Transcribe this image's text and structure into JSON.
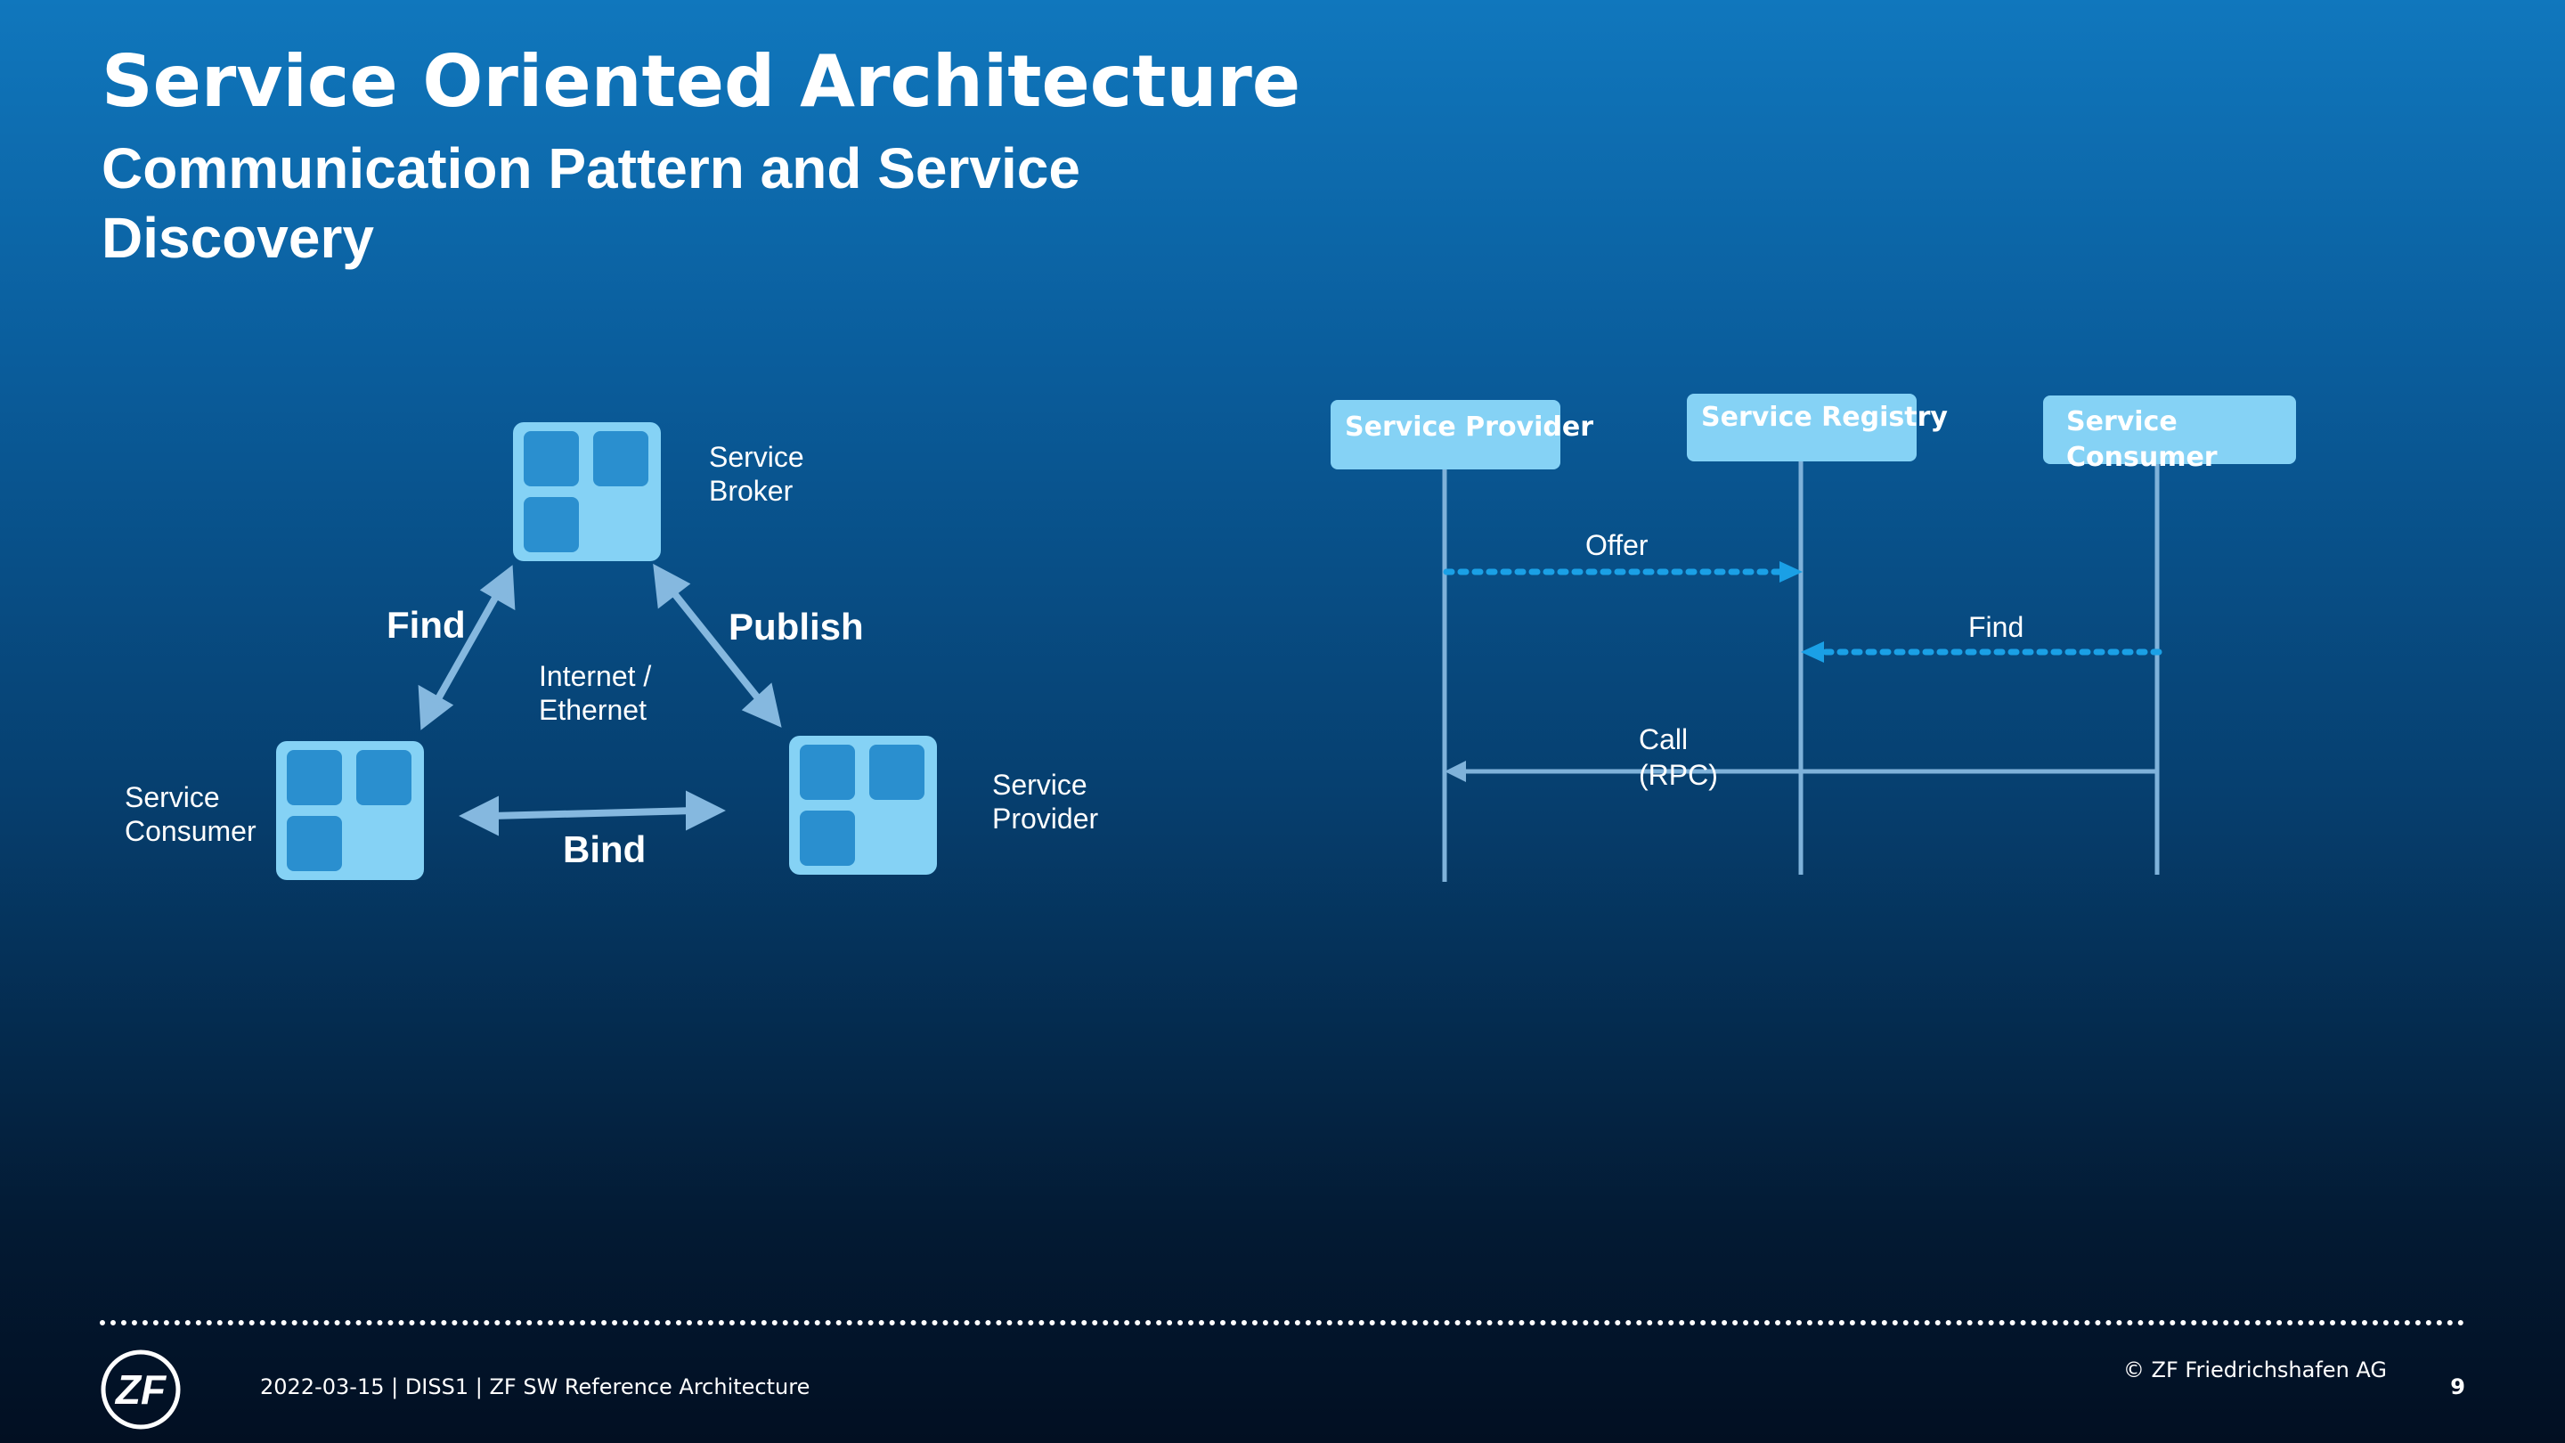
{
  "slide": {
    "title": "Service Oriented Architecture",
    "subtitle": "Communication Pattern and Service Discovery"
  },
  "triangle": {
    "broker_label": "Service\nBroker",
    "consumer_label": "Service\nConsumer",
    "provider_label": "Service\nProvider",
    "network_label": "Internet /\nEthernet",
    "find": "Find",
    "publish": "Publish",
    "bind": "Bind"
  },
  "sequence": {
    "lanes": [
      "Service Provider",
      "Service Registry",
      "Service\nConsumer"
    ],
    "messages": [
      {
        "label": "Offer",
        "style": "dotted"
      },
      {
        "label": "Find",
        "style": "dotted"
      },
      {
        "label": "Call\n(RPC)",
        "style": "solid"
      }
    ]
  },
  "footer": {
    "logo_text": "ZF",
    "info": "2022-03-15 | DISS1 | ZF SW Reference Architecture",
    "copyright": "© ZF Friedrichshafen AG",
    "page": "9"
  },
  "colors": {
    "node_fill": "#85d2f5",
    "node_square": "#2a8fcf",
    "arrow": "#85b8df",
    "lifeline": "#7fb2da",
    "message_dotted": "#1aa0e6"
  }
}
